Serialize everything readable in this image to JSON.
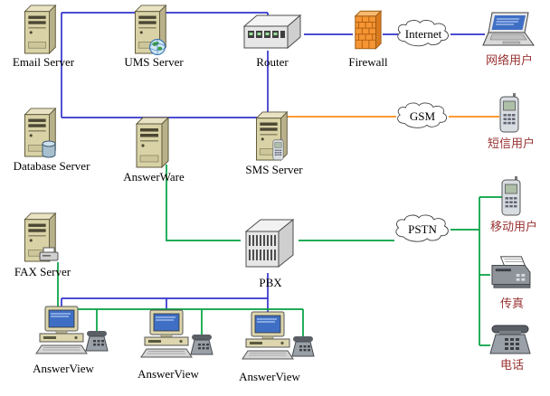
{
  "nodes": {
    "email_server": "Email Server",
    "ums_server": "UMS Server",
    "router": "Router",
    "firewall": "Firewall",
    "internet": "Internet",
    "network_user": "网络用户",
    "database_server": "Database Server",
    "answerware": "AnswerWare",
    "sms_server": "SMS Server",
    "gsm": "GSM",
    "sms_user": "短信用户",
    "fax_server": "FAX Server",
    "pbx": "PBX",
    "pstn": "PSTN",
    "mobile_user": "移动用户",
    "fax": "传真",
    "telephone": "电话",
    "answerview_1": "AnswerView",
    "answerview_2": "AnswerView",
    "answerview_3": "AnswerView"
  },
  "colors": {
    "lan_link": "#3333cc",
    "gsm_link": "#ff8c1a",
    "pstn_link": "#00a040",
    "label_cn": "#993333",
    "label_en": "#000000"
  }
}
